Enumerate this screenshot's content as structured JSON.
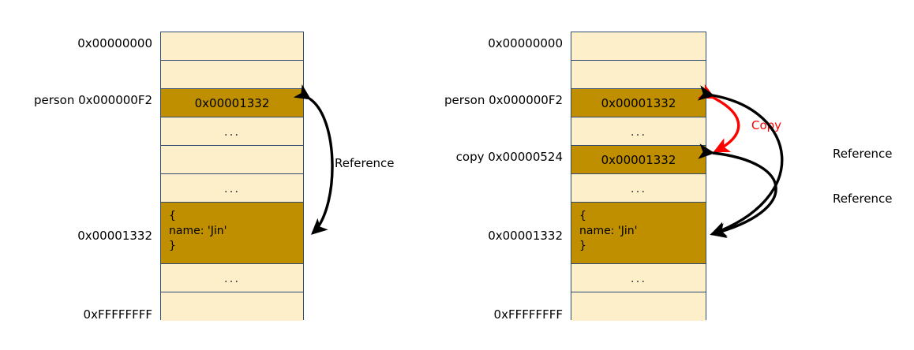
{
  "figure": {
    "title": "JavaScript object reference vs copy memory diagram",
    "colors": {
      "cell_fill": "#FDEFCA",
      "highlight_fill": "#BF8F00",
      "border": "#2E4B73",
      "arrow": "#000000",
      "copy_accent": "#FF0000"
    }
  },
  "left_diagram": {
    "name": "reference-diagram",
    "labels": [
      {
        "text": "0x00000000",
        "row": 0
      },
      {
        "text": "person 0x000000F2",
        "row": 2
      },
      {
        "text": "0x00001332",
        "row": 6
      },
      {
        "text": "0xFFFFFFFF",
        "row": 8
      }
    ],
    "rows": [
      {
        "value": "",
        "style": "plain"
      },
      {
        "value": "",
        "style": "plain"
      },
      {
        "value": "0x00001332",
        "style": "highlight"
      },
      {
        "value": "...",
        "style": "plain"
      },
      {
        "value": "",
        "style": "plain"
      },
      {
        "value": "...",
        "style": "plain"
      },
      {
        "value": "{\nname: 'Jin'\n}",
        "style": "highlight-object"
      },
      {
        "value": "...",
        "style": "plain"
      },
      {
        "value": "",
        "style": "plain"
      }
    ],
    "object_lines": [
      "{",
      "name: 'Jin'",
      "}"
    ],
    "arrows": [
      {
        "name": "reference-arrow",
        "label": "Reference",
        "color": "#000000",
        "heads": "both"
      }
    ]
  },
  "right_diagram": {
    "name": "copy-reference-diagram",
    "labels": [
      {
        "text": "0x00000000",
        "row": 0
      },
      {
        "text": "person 0x000000F2",
        "row": 2
      },
      {
        "text": "copy 0x00000524",
        "row": 4
      },
      {
        "text": "0x00001332",
        "row": 6
      },
      {
        "text": "0xFFFFFFFF",
        "row": 8
      }
    ],
    "rows": [
      {
        "value": "",
        "style": "plain"
      },
      {
        "value": "",
        "style": "plain"
      },
      {
        "value": "0x00001332",
        "style": "highlight"
      },
      {
        "value": "...",
        "style": "plain"
      },
      {
        "value": "0x00001332",
        "style": "highlight"
      },
      {
        "value": "...",
        "style": "plain"
      },
      {
        "value": "{\nname: 'Jin'\n}",
        "style": "highlight-object"
      },
      {
        "value": "...",
        "style": "plain"
      },
      {
        "value": "",
        "style": "plain"
      }
    ],
    "object_lines": [
      "{",
      "name: 'Jin'",
      "}"
    ],
    "arrows": [
      {
        "name": "copy-arrow",
        "label": "Copy",
        "color": "#FF0000",
        "heads": "both"
      },
      {
        "name": "reference-arrow-person",
        "label": "Reference",
        "color": "#000000",
        "heads": "both"
      },
      {
        "name": "reference-arrow-copy",
        "label": "Reference",
        "color": "#000000",
        "heads": "both"
      }
    ]
  }
}
